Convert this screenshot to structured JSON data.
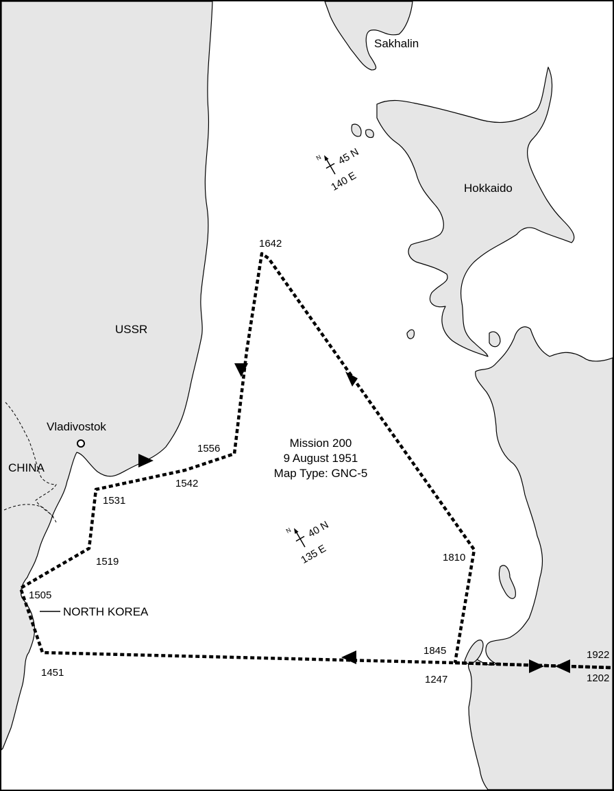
{
  "mission": {
    "line1": "Mission 200",
    "line2": "9 August 1951",
    "line3": "Map Type: GNC-5"
  },
  "places": {
    "sakhalin": "Sakhalin",
    "hokkaido": "Hokkaido",
    "ussr": "USSR",
    "vladivostok": "Vladivostok",
    "china": "CHINA",
    "north_korea": "NORTH KOREA"
  },
  "coord_markers": [
    {
      "north": "N",
      "lat": "45 N",
      "lon": "140 E"
    },
    {
      "north": "N",
      "lat": "40 N",
      "lon": "135 E"
    }
  ],
  "waypoints": {
    "t1642": "1642",
    "t1556": "1556",
    "t1542": "1542",
    "t1531": "1531",
    "t1519": "1519",
    "t1505": "1505",
    "t1451": "1451",
    "t1810": "1810",
    "t1845": "1845",
    "t1247": "1247",
    "t1922": "1922",
    "t1202": "1202"
  },
  "colors": {
    "land": "#e6e6e6",
    "water": "#ffffff",
    "route": "#000000"
  }
}
